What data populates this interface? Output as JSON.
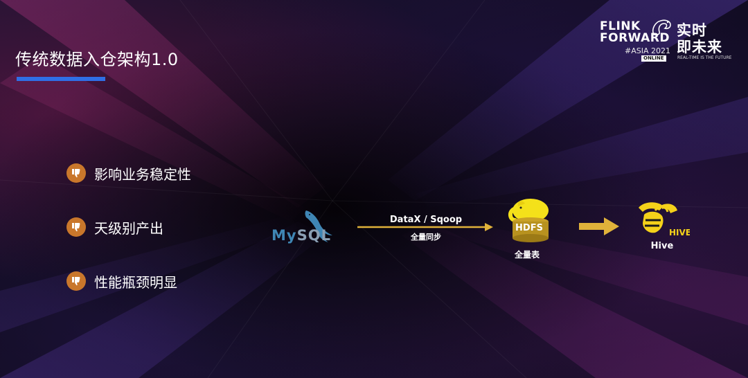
{
  "slide": {
    "title": "传统数据入仓架构1.0",
    "accent_color": "#2f6fe6"
  },
  "logo": {
    "line1": "FLINK",
    "line2": "FORWARD",
    "edition": "#ASIA 2021",
    "badge": "ONLINE",
    "cn_line1": "实时",
    "cn_line2": "即未来",
    "tagline": "REAL-TIME IS THE FUTURE"
  },
  "bullets": [
    {
      "icon": "thumbs-down-icon",
      "text": "影响业务稳定性"
    },
    {
      "icon": "thumbs-down-icon",
      "text": "天级别产出"
    },
    {
      "icon": "thumbs-down-icon",
      "text": "性能瓶颈明显"
    }
  ],
  "bullet_badge_color": "#c9772b",
  "diagram": {
    "source": {
      "label_a": "My",
      "label_b": "SQL",
      "icon": "mysql-dolphin-icon"
    },
    "sync": {
      "tool": "DataX / Sqoop",
      "mode": "全量同步",
      "arrow_color": "#e0b23a"
    },
    "hdfs": {
      "box_label": "HDFS",
      "caption": "全量表",
      "icon": "hadoop-elephant-icon"
    },
    "hive": {
      "caption": "Hive",
      "logo_text": "HIVE",
      "icon": "hive-bee-icon"
    },
    "flow_arrow_color": "#e0b23a"
  }
}
